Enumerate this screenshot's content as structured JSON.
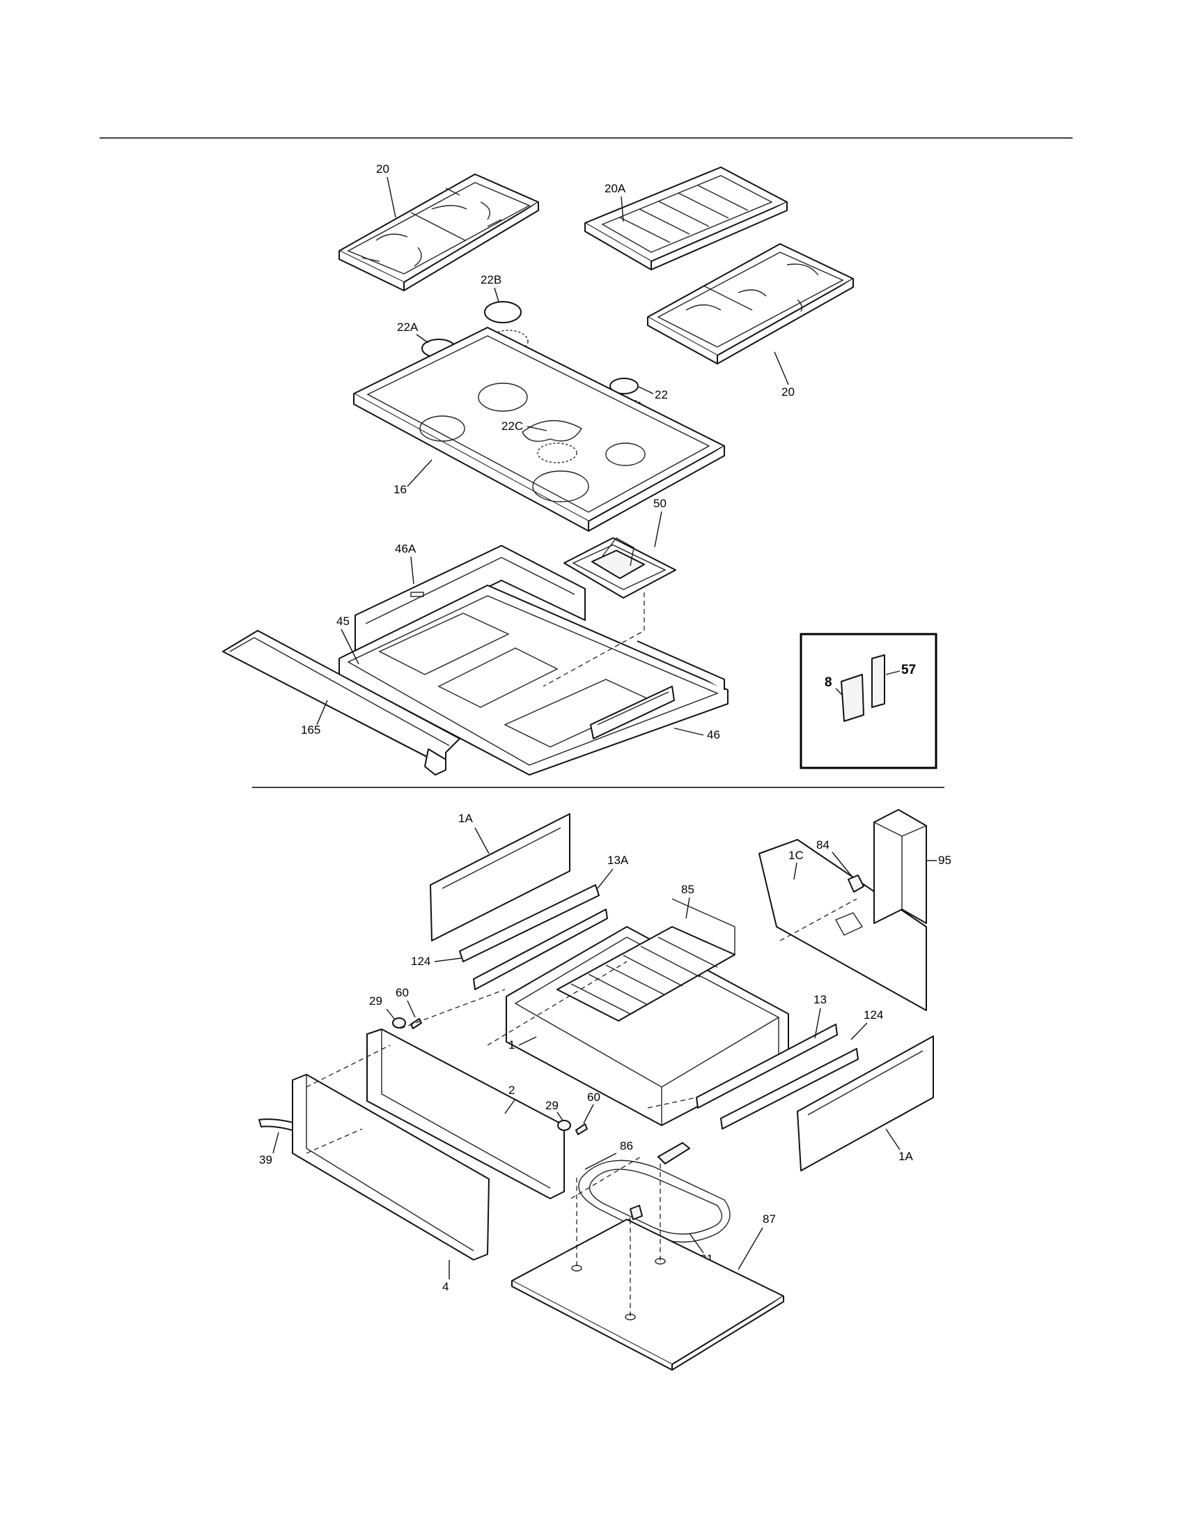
{
  "labels": {
    "top": {
      "grate_left": "20",
      "grate_center": "20A",
      "grate_right": "20",
      "cap_22B": "22B",
      "cap_22A": "22A",
      "cap_22": "22",
      "cap_22C": "22C",
      "cooktop": "16",
      "bowl": "50",
      "shield_46A": "46A",
      "frame_45": "45",
      "rail_165": "165",
      "bracket_46": "46"
    },
    "inset": {
      "part_8": "8",
      "part_57": "57"
    },
    "bottom": {
      "side_1A_top": "1A",
      "slide_13A": "13A",
      "rack_85": "85",
      "panel_1C": "1C",
      "knob_84": "84",
      "cover_95": "95",
      "slide_124_left": "124",
      "screw_60_left": "60",
      "nut_29_left": "29",
      "body_1": "1",
      "slide_13": "13",
      "slide_124_right": "124",
      "front_2": "2",
      "nut_29_right": "29",
      "screw_60_right": "60",
      "handle_39": "39",
      "clip_86_top": "86",
      "side_1A_bottom": "1A",
      "clip_86_bottom": "86",
      "bottom_87": "87",
      "element_81": "81",
      "door_4": "4"
    }
  }
}
